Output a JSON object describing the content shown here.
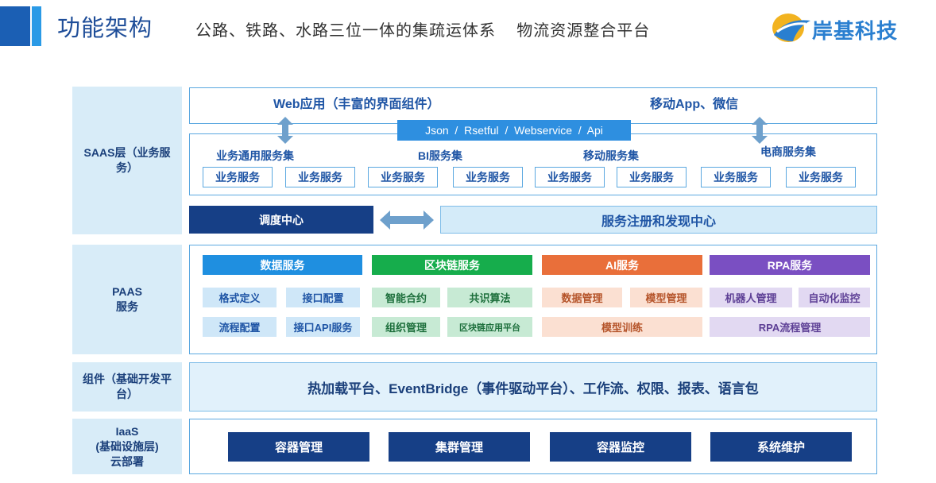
{
  "header": {
    "title": "功能架构",
    "subtitle": "公路、铁路、水路三位一体的集疏运体系    物流资源整合平台",
    "logo_text": "岸基科技"
  },
  "layers": {
    "saas": "SAAS层（业务服务）",
    "paas_line1": "PAAS",
    "paas_line2": "服务",
    "components": "组件（基础开发平台）",
    "iaas_line1": "IaaS",
    "iaas_line2": "(基础设施层)",
    "iaas_line3": "云部署"
  },
  "saas": {
    "web_app": "Web应用（丰富的界面组件）",
    "mobile_app": "移动App、微信",
    "api_bar": "Json  /  Rsetful  /  Webservice  /  Api",
    "service_sets": [
      "业务通用服务集",
      "BI服务集",
      "移动服务集",
      "电商服务集"
    ],
    "service_label": "业务服务",
    "dispatch_center": "调度中心",
    "registry_center": "服务注册和发现中心"
  },
  "paas": {
    "data": {
      "title": "数据服务",
      "items": [
        "格式定义",
        "接口配置",
        "流程配置",
        "接口API服务"
      ]
    },
    "blockchain": {
      "title": "区块链服务",
      "items": [
        "智能合约",
        "共识算法",
        "组织管理",
        "区块链应用平台"
      ]
    },
    "ai": {
      "title": "AI服务",
      "items": [
        "数据管理",
        "模型管理",
        "模型训练"
      ]
    },
    "rpa": {
      "title": "RPA服务",
      "items": [
        "机器人管理",
        "自动化监控",
        "RPA流程管理"
      ]
    }
  },
  "components": {
    "text": "热加载平台、EventBridge（事件驱动平台）、工作流、权限、报表、语言包"
  },
  "iaas": {
    "items": [
      "容器管理",
      "集群管理",
      "容器监控",
      "系统维护"
    ]
  },
  "colors": {
    "dark_blue": "#163f86",
    "api_blue": "#2e8fe0",
    "data_blue": "#1f8fe0",
    "green": "#16ad4c",
    "orange": "#e96f3a",
    "purple": "#7a4fc2"
  }
}
